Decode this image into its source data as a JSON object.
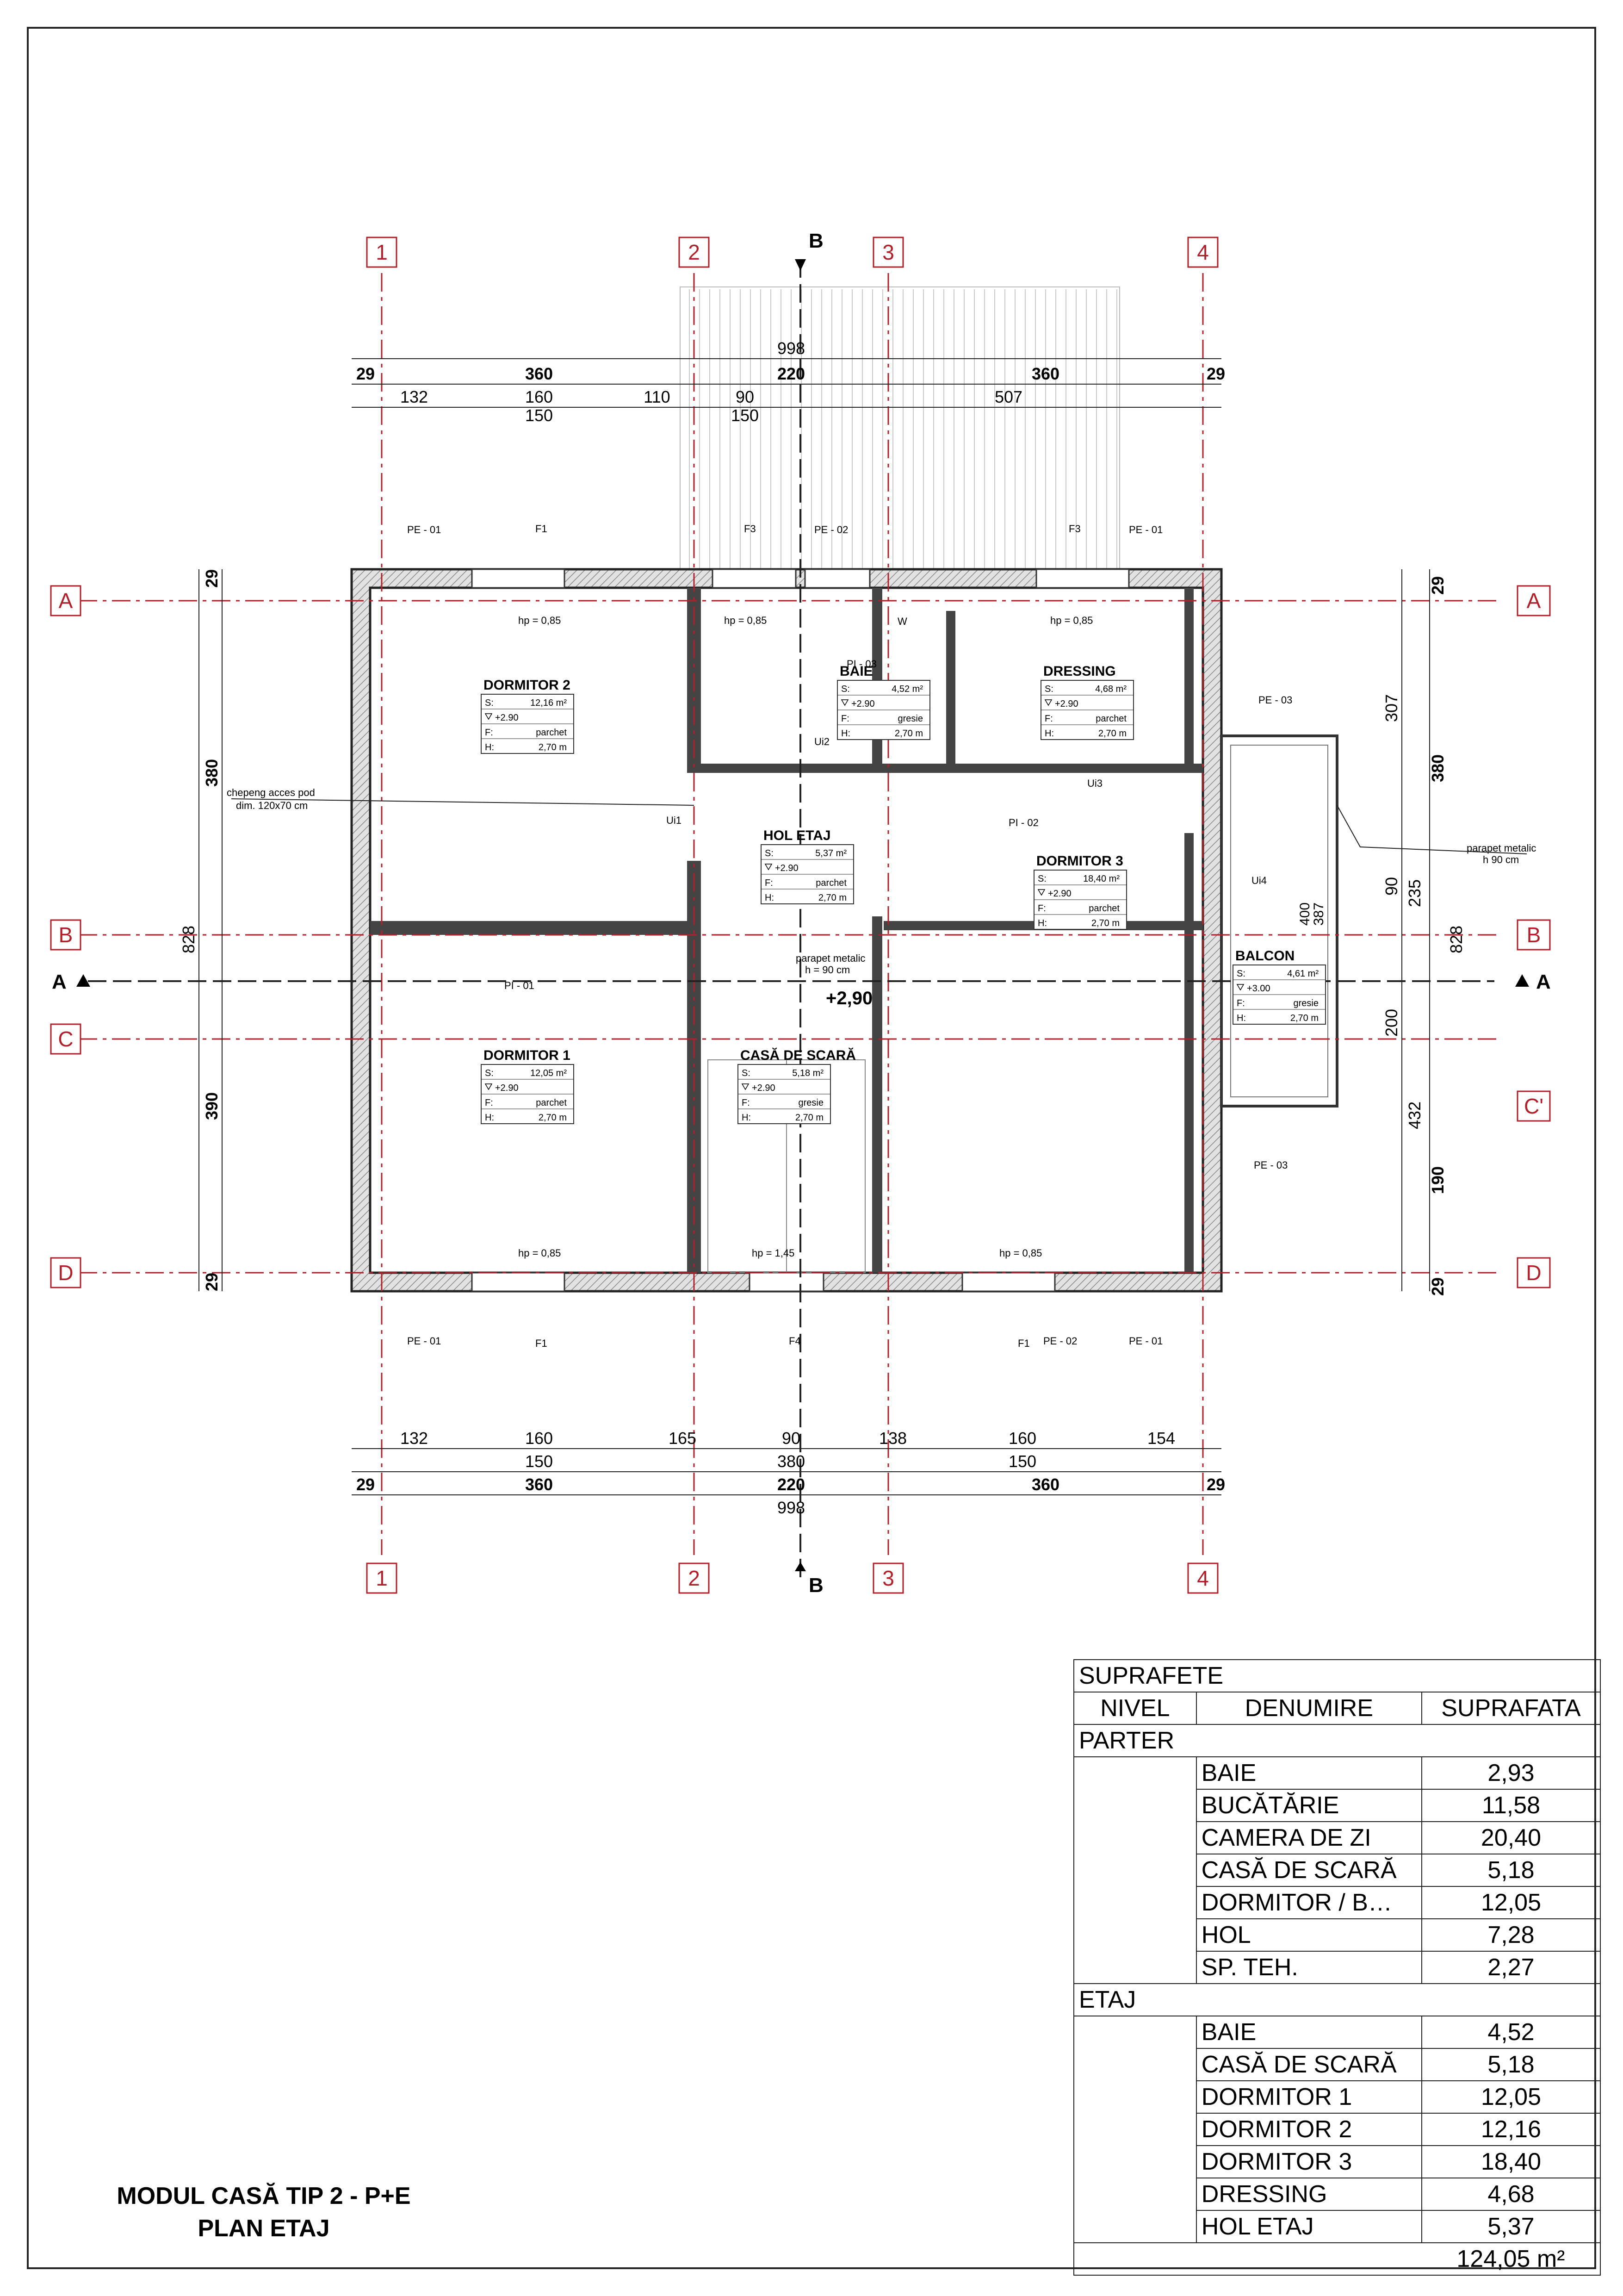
{
  "axes": {
    "columns": [
      "1",
      "2",
      "3",
      "4"
    ],
    "rows_left": [
      "A",
      "B",
      "C",
      "D"
    ],
    "rows_right": [
      "A",
      "B",
      "C'",
      "D"
    ],
    "section_top": "B",
    "section_bottom": "B",
    "section_side": "A"
  },
  "dims": {
    "top": {
      "overall": "998",
      "row2": [
        "29",
        "360",
        "220",
        "360",
        "29"
      ],
      "row3": [
        "132",
        "160",
        "110",
        "90",
        "507"
      ],
      "row4": [
        "150",
        "150"
      ]
    },
    "bottom": {
      "row1": [
        "132",
        "160",
        "165",
        "90",
        "138",
        "160",
        "154"
      ],
      "row2": [
        "150",
        "380",
        "150"
      ],
      "row3": [
        "29",
        "360",
        "220",
        "360",
        "29"
      ],
      "overall": "998"
    },
    "left": [
      "29",
      "380",
      "828",
      "390",
      "29"
    ],
    "right": [
      "29",
      "380",
      "307",
      "828",
      "90",
      "235",
      "200",
      "432",
      "190",
      "29",
      "387",
      "400"
    ]
  },
  "rooms": [
    {
      "name": "DORMITOR 2",
      "s": "12,16 m²",
      "lvl": "+2.90",
      "f": "parchet",
      "h": "2,70 m"
    },
    {
      "name": "BAIE",
      "s": "4,52 m²",
      "lvl": "+2.90",
      "f": "gresie",
      "h": "2,70 m"
    },
    {
      "name": "DRESSING",
      "s": "4,68 m²",
      "lvl": "+2.90",
      "f": "parchet",
      "h": "2,70 m"
    },
    {
      "name": "HOL ETAJ",
      "s": "5,37 m²",
      "lvl": "+2.90",
      "f": "parchet",
      "h": "2,70 m"
    },
    {
      "name": "DORMITOR 3",
      "s": "18,40 m²",
      "lvl": "+2.90",
      "f": "parchet",
      "h": "2,70 m"
    },
    {
      "name": "BALCON",
      "s": "4,61 m²",
      "lvl": "+3.00",
      "f": "gresie",
      "h": "2,70 m"
    },
    {
      "name": "DORMITOR 1",
      "s": "12,05 m²",
      "lvl": "+2.90",
      "f": "parchet",
      "h": "2,70 m"
    },
    {
      "name": "CASĂ DE SCARĂ",
      "s": "5,18 m²",
      "lvl": "+2.90",
      "f": "gresie",
      "h": "2,70 m"
    }
  ],
  "labels": {
    "s": "S:",
    "f": "F:",
    "h": "H:",
    "hatch": "chepeng acces pod",
    "hatch2": "dim. 120x70 cm",
    "parapet1": "parapet metalic",
    "parapet1b": "h 90 cm",
    "parapet2": "parapet metalic",
    "parapet2b": "h = 90 cm",
    "elev": "+2,90",
    "hp085": "hp = 0,85",
    "hp145": "hp = 1,45",
    "pe01": "PE - 01",
    "pe02": "PE - 02",
    "pe03": "PE - 03",
    "pi01": "PI - 01",
    "pi02": "PI - 02",
    "pi03": "PI - 03",
    "f1": "F1",
    "f3": "F3",
    "f4": "F4",
    "ui1": "Ui1",
    "ui2": "Ui2",
    "ui3": "Ui3",
    "ui4": "Ui4",
    "w": "W"
  },
  "table": {
    "title": "SUPRAFETE",
    "headers": [
      "NIVEL",
      "DENUMIRE",
      "SUPRAFATA"
    ],
    "parter_label": "PARTER",
    "parter": [
      {
        "name": "BAIE",
        "area": "2,93"
      },
      {
        "name": "BUCĂTĂRIE",
        "area": "11,58"
      },
      {
        "name": "CAMERA DE ZI",
        "area": "20,40"
      },
      {
        "name": "CASĂ DE SCARĂ",
        "area": "5,18"
      },
      {
        "name": "DORMITOR / B…",
        "area": "12,05"
      },
      {
        "name": "HOL",
        "area": "7,28"
      },
      {
        "name": "SP. TEH.",
        "area": "2,27"
      }
    ],
    "etaj_label": "ETAJ",
    "etaj": [
      {
        "name": "BAIE",
        "area": "4,52"
      },
      {
        "name": "CASĂ DE SCARĂ",
        "area": "5,18"
      },
      {
        "name": "DORMITOR 1",
        "area": "12,05"
      },
      {
        "name": "DORMITOR 2",
        "area": "12,16"
      },
      {
        "name": "DORMITOR 3",
        "area": "18,40"
      },
      {
        "name": "DRESSING",
        "area": "4,68"
      },
      {
        "name": "HOL ETAJ",
        "area": "5,37"
      }
    ],
    "total": "124,05 m²"
  },
  "title_block": {
    "line1": "MODUL CASĂ TIP 2 - P+E",
    "line2": "PLAN ETAJ"
  },
  "colors": {
    "grid": "#b0202a",
    "dim_blue": "#2f5e8e",
    "wall": "#333333",
    "hatch": "#999999"
  }
}
